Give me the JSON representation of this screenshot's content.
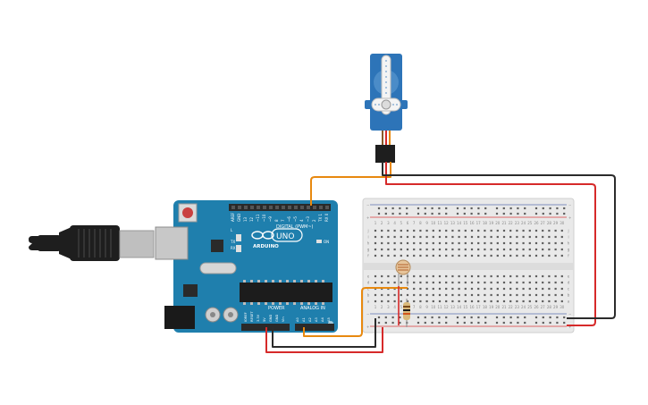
{
  "arduino": {
    "brand": "ARDUINO",
    "model": "UNO",
    "digital_label": "DIGITAL (PWM~)",
    "power_label": "POWER",
    "analog_label": "ANALOG IN",
    "on_label": "ON",
    "tx_label": "TX",
    "rx_label": "RX",
    "l_label": "L",
    "digital_pins": [
      "AREF",
      "GND",
      "13",
      "12",
      "~11",
      "~10",
      "~9",
      "8",
      "7",
      "~6",
      "~5",
      "4",
      "~3",
      "2",
      "TX 1",
      "RX 0"
    ],
    "power_pins": [
      "IOREF",
      "RESET",
      "3.3V",
      "5V",
      "GND",
      "GND",
      "Vin"
    ],
    "analog_pins": [
      "A0",
      "A1",
      "A2",
      "A3",
      "A4",
      "A5"
    ]
  },
  "breadboard": {
    "columns": [
      "1",
      "2",
      "3",
      "4",
      "5",
      "6",
      "7",
      "8",
      "9",
      "10",
      "11",
      "12",
      "13",
      "14",
      "15",
      "16",
      "17",
      "18",
      "19",
      "20",
      "21",
      "22",
      "23",
      "24",
      "25",
      "26",
      "27",
      "28",
      "29",
      "30"
    ],
    "rows_top": [
      "j",
      "i",
      "h",
      "g",
      "f"
    ],
    "rows_bottom": [
      "e",
      "d",
      "c",
      "b",
      "a"
    ]
  },
  "colors": {
    "arduino_blue": "#1f7fad",
    "servo_blue": "#2d74b8",
    "wire_orange": "#e8890f",
    "wire_red": "#d62a2a",
    "wire_black": "#2b2b2b",
    "usb_black": "#1e1e1e"
  }
}
